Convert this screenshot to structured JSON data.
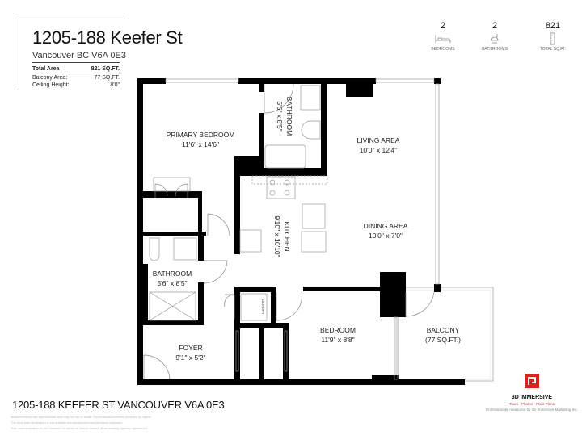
{
  "header": {
    "title": "1205-188 Keefer St",
    "subtitle": "Vancouver BC  V6A 0E3",
    "specs": [
      {
        "label": "Total Area",
        "value": "821 SQ.FT."
      },
      {
        "label": "Balcony Area:",
        "value": "77 SQ.FT."
      },
      {
        "label": "Ceiling Height:",
        "value": "8'0\""
      }
    ],
    "accent_color": "#c9848a"
  },
  "stats": [
    {
      "value": "2",
      "label": "BEDROOMS",
      "icon": "bed-icon"
    },
    {
      "value": "2",
      "label": "BATHROOMS",
      "icon": "shower-icon"
    },
    {
      "value": "821",
      "label": "TOTAL SQ.FT.",
      "icon": "ruler-icon"
    }
  ],
  "rooms": {
    "primary_bedroom": {
      "name": "PRIMARY BEDROOM",
      "size": "11'6\" x 14'6\""
    },
    "bathroom_1": {
      "name": "BATHROOM",
      "size": "5'6\" x 8'5\""
    },
    "living": {
      "name": "LIVING AREA",
      "size": "10'0\" x 12'4\""
    },
    "kitchen": {
      "name": "KITCHEN",
      "size": "9'10\" x 10'10\""
    },
    "dining": {
      "name": "DINING AREA",
      "size": "10'0\" x 7'0\""
    },
    "bathroom_2": {
      "name": "BATHROOM",
      "size": "5'6\" x 8'5\""
    },
    "bedroom": {
      "name": "BEDROOM",
      "size": "11'9\" x 8'8\""
    },
    "balcony": {
      "name": "BALCONY",
      "size": "(77 SQ.FT.)"
    },
    "foyer": {
      "name": "FOYER",
      "size": "9'1\" x 5'2\""
    },
    "laundry": "LAUNDRY"
  },
  "footer": {
    "address": "1205-188 KEEFER ST VANCOUVER V6A 0E3",
    "disclaimer": [
      "Measurements are approximate and may not be to scale. Room measurements provided by agent.",
      "The floor plan illustration is not suitable for construction/architectural purposes.",
      "This communication is not intended to cause or induce breach of an existing agency agreement."
    ]
  },
  "logo": {
    "brand": "3D IMMERSIVE",
    "tagline": "Tours · Photos · Floor Plans",
    "credit": "Professionally measured by 3D Immersive Marketing Inc.",
    "brand_color": "#d9261c"
  }
}
